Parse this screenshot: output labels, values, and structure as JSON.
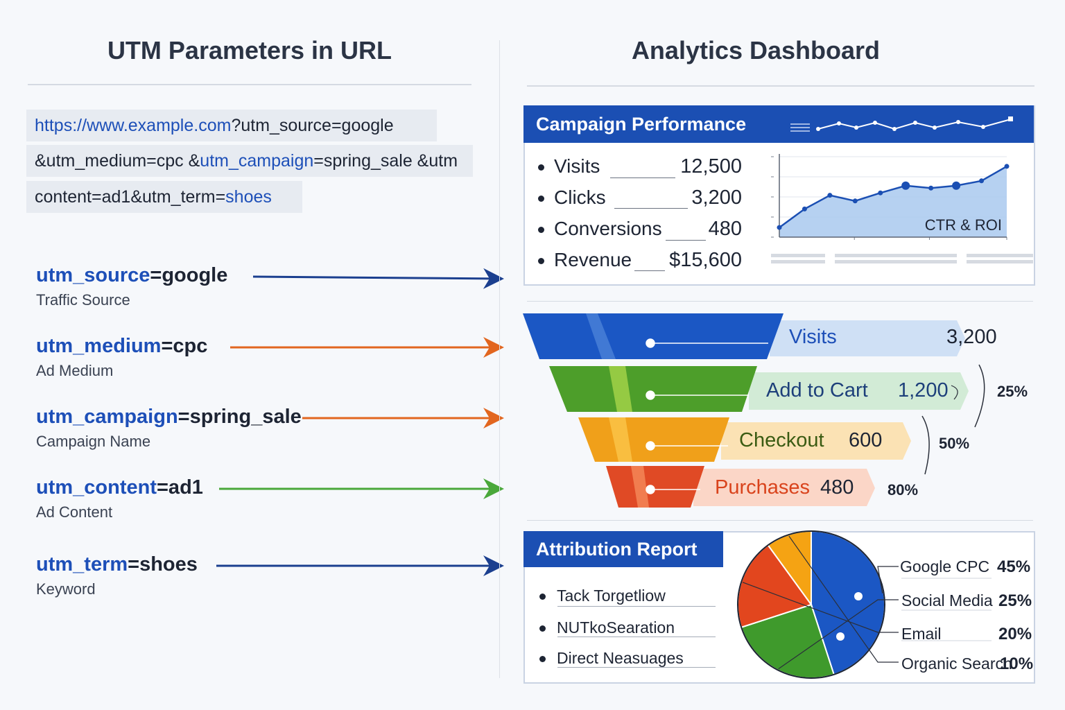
{
  "left": {
    "title": "UTM Parameters in URL",
    "url_lines": [
      {
        "blue": "https://www.example.com",
        "plain": "?utm_source=google"
      },
      {
        "plain1": "&utm_medium=cpc &",
        "blue": "utm_campaign",
        "plain2": "=spring_sale &utm"
      },
      {
        "plain": "content=ad1&utm_term=",
        "blue": "shoes"
      }
    ],
    "params": [
      {
        "key": "utm_source",
        "value": "=google",
        "desc": "Traffic Source",
        "arrow_color": "#1b3f8f"
      },
      {
        "key": "utm_medium",
        "value": "=cpc",
        "desc": "Ad Medium",
        "arrow_color": "#e2661f"
      },
      {
        "key": "utm_campaign",
        "value": "=spring_sale",
        "desc": "Campaign Name",
        "arrow_color": "#e2661f"
      },
      {
        "key": "utm_content",
        "value": "=ad1",
        "desc": "Ad Content",
        "arrow_color": "#4aa83a"
      },
      {
        "key": "utm_term",
        "value": "=shoes",
        "desc": "Keyword",
        "arrow_color": "#1b3f8f"
      }
    ]
  },
  "right": {
    "title": "Analytics Dashboard",
    "campaign": {
      "title": "Campaign Performance",
      "metrics": [
        {
          "label": "Visits",
          "value": "12,500"
        },
        {
          "label": "Clicks",
          "value": "3,200"
        },
        {
          "label": "Conversions",
          "value": "480"
        },
        {
          "label": "Revenue",
          "value": "$15,600"
        }
      ],
      "chart_label": "CTR & ROI"
    },
    "funnel": {
      "stages": [
        {
          "label": "Visits",
          "value": "3,200",
          "color": "#1b57c4",
          "label_color": "#1d4fb8"
        },
        {
          "label": "Add to Cart",
          "value": "1,200",
          "color": "#4d9e2a",
          "label_color": "#1d3f7a"
        },
        {
          "label": "Checkout",
          "value": "600",
          "color": "#f0a01a",
          "label_color": "#3a5b12"
        },
        {
          "label": "Purchases",
          "value": "480",
          "color": "#e04a25",
          "label_color": "#d9431c"
        }
      ],
      "percents": [
        "25%",
        "50%",
        "80%"
      ]
    },
    "attribution": {
      "title": "Attribution Report",
      "items": [
        "Tack Torgetliow",
        "NUTkoSearation",
        "Direct Neasuages"
      ]
    }
  },
  "chart_data": [
    {
      "type": "line",
      "title": "CTR & ROI",
      "x": [
        1,
        2,
        3,
        4,
        5,
        6,
        7,
        8,
        9,
        10
      ],
      "y": [
        12,
        35,
        52,
        45,
        55,
        64,
        61,
        64,
        70,
        88
      ],
      "ylim": [
        0,
        100
      ]
    },
    {
      "type": "pie",
      "labels": [
        "Google CPC",
        "Social Media",
        "Email",
        "Organic Search"
      ],
      "values": [
        45,
        25,
        20,
        10
      ],
      "value_labels": [
        "45%",
        "25%",
        "20%",
        "10%"
      ],
      "legend": "right"
    }
  ]
}
